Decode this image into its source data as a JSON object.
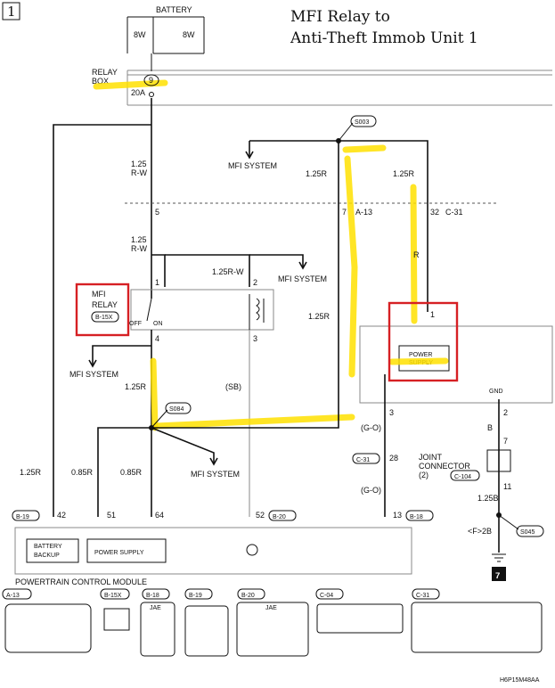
{
  "page_number": "1",
  "title_line1": "MFI Relay to",
  "title_line2": "Anti-Theft Immob Unit 1",
  "battery": {
    "label": "BATTERY",
    "left_w": "8W",
    "right_w": "8W"
  },
  "relay_box": {
    "label1": "RELAY",
    "label2": "BOX",
    "fuse_no": "9",
    "fuse_amp": "20A"
  },
  "splices": {
    "s003": "S003",
    "s084": "S084",
    "s045": "S045"
  },
  "mfi_relay": {
    "line1": "MFI",
    "line2": "RELAY",
    "connector": "B-15X",
    "off": "OFF",
    "on": "ON"
  },
  "wires": {
    "w125rw_a": "1.25",
    "w125rw_a2": "R-W",
    "w125rw_b": "1.25",
    "w125rw_b2": "R-W",
    "w125rw_c": "1.25R-W",
    "w125r_a": "1.25R",
    "w125r_b": "1.25R",
    "w125r_c": "1.25R",
    "w125r_d": "1.25R",
    "w125r_e": "1.25R",
    "w085r_a": "0.85R",
    "w085r_b": "0.85R",
    "r": "R",
    "sb": "(SB)",
    "go1": "(G-O)",
    "go2": "(G-O)",
    "b": "B",
    "w125b": "1.25B",
    "f2b": "<F>2B"
  },
  "pins": {
    "p5": "5",
    "p7": "7",
    "p32": "32",
    "p1a": "1",
    "p2a": "2",
    "p4": "4",
    "p3a": "3",
    "p1b": "1",
    "p3b": "3",
    "p28": "28",
    "p2b": "2",
    "p7b": "7",
    "p11": "11",
    "p42": "42",
    "p51": "51",
    "p64": "64",
    "p52": "52",
    "p13": "13"
  },
  "connectors": {
    "a13": "A-13",
    "c31": "C-31",
    "c31b": "C-31",
    "c104": "C-104",
    "b19": "B-19",
    "b20": "B-20",
    "b18": "B-18"
  },
  "mfi_system": {
    "a": "MFI SYSTEM",
    "b": "MFI SYSTEM",
    "c": "MFI SYSTEM",
    "d": "MFI SYSTEM"
  },
  "immob": {
    "power_supply1": "POWER",
    "power_supply2": "SUPPLY",
    "gnd": "GND"
  },
  "joint": {
    "line1": "JOINT",
    "line2": "CONNECTOR",
    "line3": "(2)"
  },
  "pcm": {
    "label": "POWERTRAIN CONTROL MODULE",
    "battery_backup1": "BATTERY",
    "battery_backup2": "BACKUP",
    "power_supply": "POWER SUPPLY"
  },
  "ground_no": "7",
  "bottom_connectors": {
    "a13": "A-13",
    "b15x": "B-15X",
    "b18": "B-18",
    "b19": "B-19",
    "b20": "B-20",
    "c04": "C-04",
    "c31": "C-31",
    "jae1": "JAE",
    "jae2": "JAE"
  },
  "footer_code": "H6P15M48AA"
}
